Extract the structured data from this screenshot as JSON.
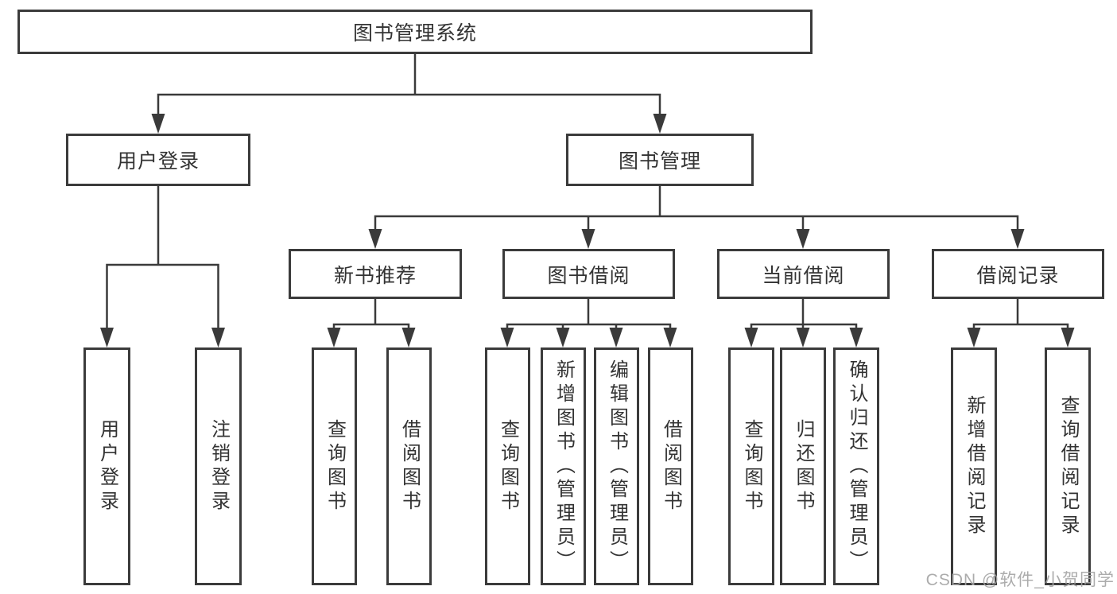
{
  "tree": {
    "root": {
      "label": "图书管理系统"
    },
    "branches": [
      {
        "label": "用户登录",
        "leaves": [
          {
            "label": "用户登录"
          },
          {
            "label": "注销登录"
          }
        ]
      },
      {
        "label": "图书管理",
        "sections": [
          {
            "label": "新书推荐",
            "leaves": [
              {
                "label": "查询图书"
              },
              {
                "label": "借阅图书"
              }
            ]
          },
          {
            "label": "图书借阅",
            "leaves": [
              {
                "label": "查询图书"
              },
              {
                "label": "新增图书（管理员）"
              },
              {
                "label": "编辑图书（管理员）"
              },
              {
                "label": "借阅图书"
              }
            ]
          },
          {
            "label": "当前借阅",
            "leaves": [
              {
                "label": "查询图书"
              },
              {
                "label": "归还图书"
              },
              {
                "label": "确认归还（管理员）"
              }
            ]
          },
          {
            "label": "借阅记录",
            "leaves": [
              {
                "label": "新增借阅记录"
              },
              {
                "label": "查询借阅记录"
              }
            ]
          }
        ]
      }
    ]
  },
  "watermark": {
    "text": "CSDN @软件_小贺同学"
  },
  "colors": {
    "line": "#3a3a3a",
    "border": "#3b3b3b",
    "text": "#333333",
    "watermark": "#a5a5a5"
  }
}
